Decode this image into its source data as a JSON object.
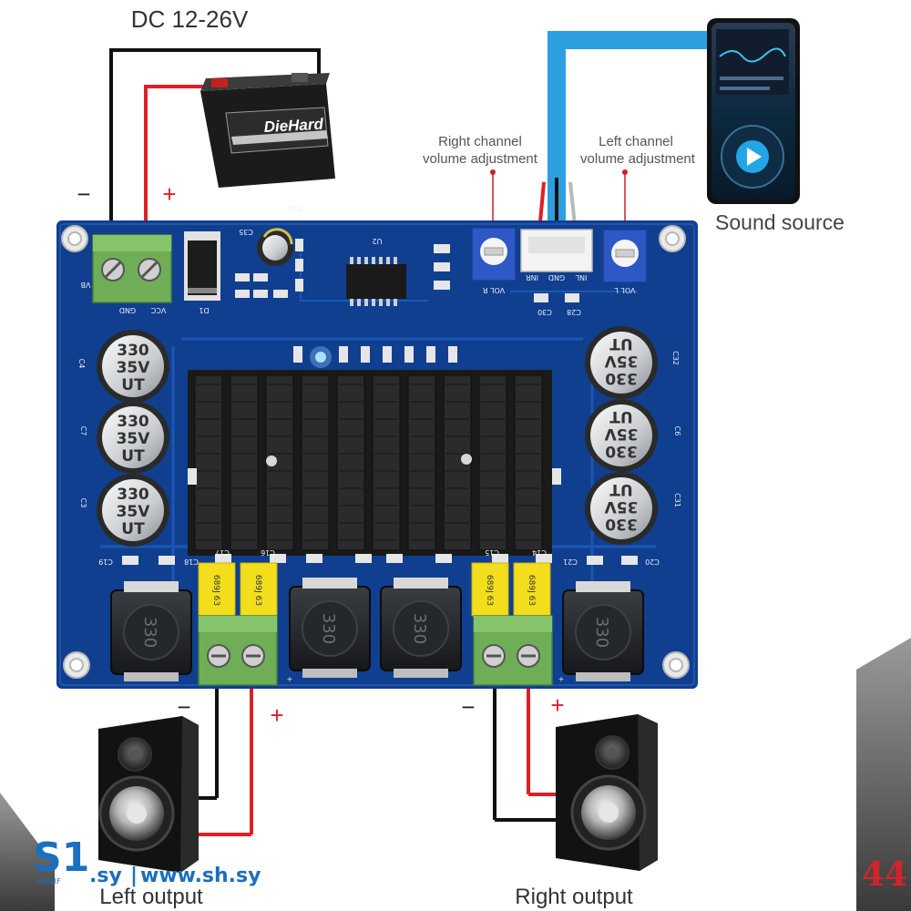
{
  "labels": {
    "supply": "DC 12-26V",
    "right_volume_line1": "Right channel",
    "right_volume_line2": "volume adjustment",
    "left_volume_line1": "Left channel",
    "left_volume_line2": "volume adjustment",
    "sound_source": "Sound source",
    "left_output": "Left output",
    "right_output": "Right output",
    "plus": "+",
    "minus": "−"
  },
  "battery": {
    "brand": "DieHard"
  },
  "capacitor": {
    "line1": "330",
    "line2": "35V",
    "line3": "UT"
  },
  "inductor": {
    "label": "330"
  },
  "film_cap": {
    "label": "689J 63"
  },
  "silk": {
    "vb": "VB",
    "gnd": "GND",
    "vcc": "VCC",
    "d1": "D1",
    "u2": "U2",
    "c35": "C35",
    "c36": "C36",
    "c4": "C4",
    "c7": "C7",
    "c3": "C3",
    "c32": "C32",
    "c6": "C6",
    "c31": "C31",
    "vol_r": "VOL R",
    "vol_l": "VOL L",
    "inr": "INR",
    "inl": "INL",
    "c30": "C30",
    "c28": "C28",
    "c19": "C19",
    "c18": "C18",
    "c17": "C17",
    "c16": "C16",
    "c15": "C15",
    "c14": "C14",
    "c21": "C21",
    "c20": "C20"
  },
  "watermark": {
    "logo": "S1",
    "sub": "SHARF",
    "suffix": ".sy",
    "url": "www.sh.sy",
    "divider": "|",
    "corner": "44"
  },
  "colors": {
    "pcb": "#103f8f",
    "wire_red": "#e01e25",
    "wire_black": "#111111",
    "audio_cable": "#2b9fe0",
    "terminal": "#6fae56",
    "film_cap": "#f2de1c"
  }
}
